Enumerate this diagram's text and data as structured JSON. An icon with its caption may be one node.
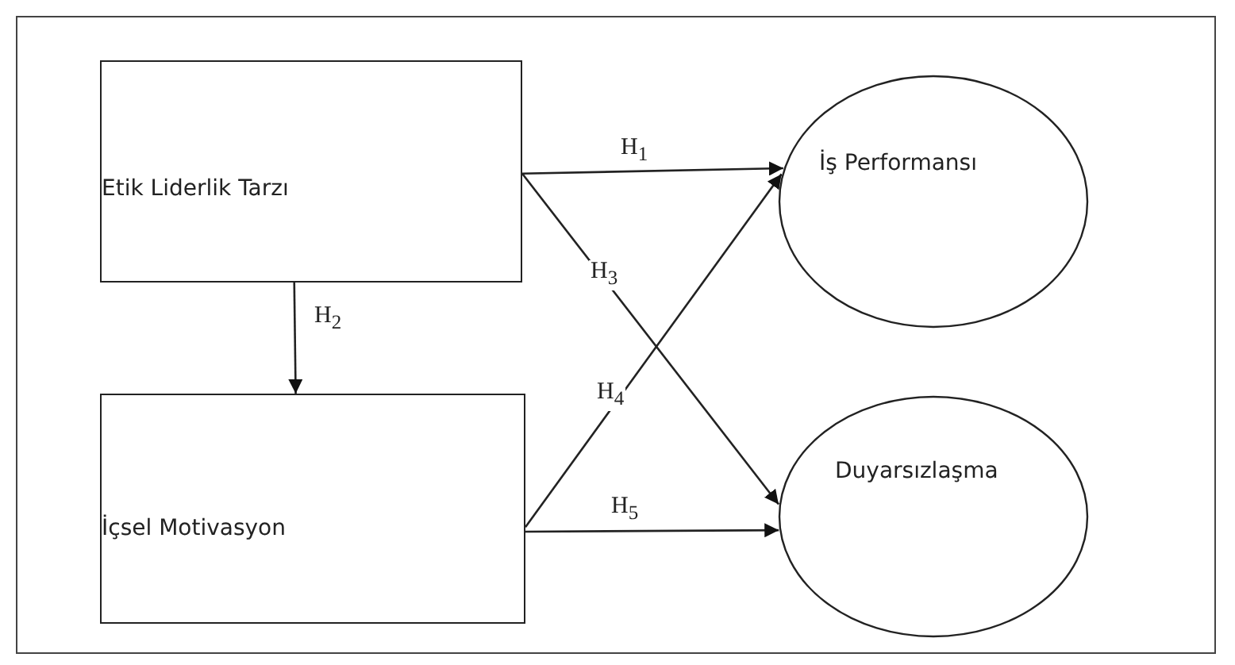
{
  "diagram": {
    "nodes": [
      {
        "text": [
          "Etik Liderlik Tarzı"
        ]
      },
      {
        "text": [
          "İçsel Motivasyon"
        ]
      },
      {
        "text": [
          "İş Performansı"
        ]
      },
      {
        "text": [
          "Duyarsızlaşma"
        ]
      }
    ],
    "edges": [
      {
        "from": 0,
        "to": 2,
        "arrow": "to",
        "label": "H$_{1}$"
      },
      {
        "from": 0,
        "to": 1,
        "arrow": "to",
        "label": "H$_{2}$"
      },
      {
        "from": 0,
        "to": 3,
        "arrow": "to",
        "label": "H$_{3}$"
      },
      {
        "from": 1,
        "to": 2,
        "arrow": "to",
        "label": "H$_{4}$"
      },
      {
        "from": 1,
        "to": 3,
        "arrow": "to",
        "label": "H$_{5}$"
      }
    ]
  }
}
